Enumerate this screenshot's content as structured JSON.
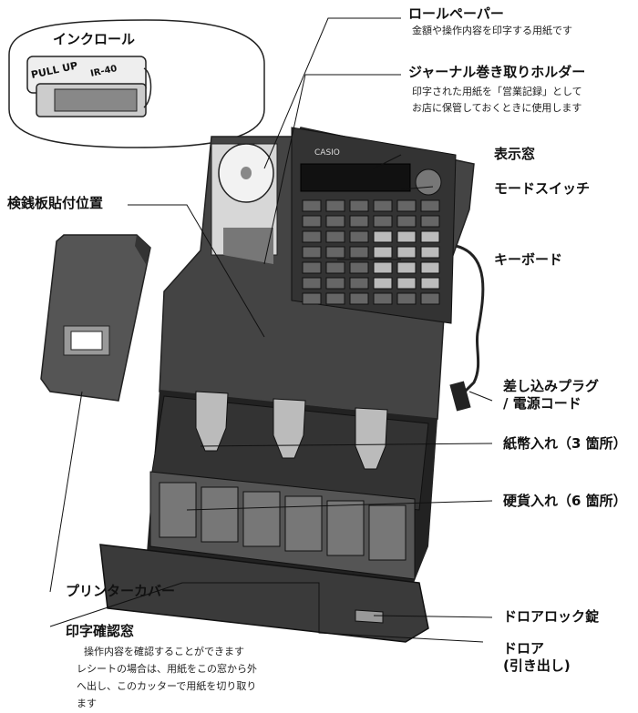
{
  "inset": {
    "title": "インクロール",
    "roll_text_1": "PULL UP",
    "roll_text_2": "IR-40"
  },
  "callouts": {
    "roll_paper": {
      "label": "ロールペーパー",
      "desc": "金額や操作内容を印字する用紙です"
    },
    "journal_holder": {
      "label": "ジャーナル巻き取りホルダー",
      "desc_1": "印字された用紙を「営業記録」として",
      "desc_2": "お店に保管しておくときに使用します"
    },
    "display": {
      "label": "表示窓"
    },
    "mode_switch": {
      "label": "モードスイッチ"
    },
    "keyboard": {
      "label": "キーボード"
    },
    "plate_position": {
      "label": "検銭板貼付位置"
    },
    "plug_1": {
      "label": "差し込みプラグ"
    },
    "plug_2": {
      "label": "/ 電源コード"
    },
    "bill_tray": {
      "label": "紙幣入れ（3 箇所）"
    },
    "coin_tray": {
      "label": "硬貨入れ（6 箇所）"
    },
    "printer_cover": {
      "label": "プリンターカバー"
    },
    "drawer_lock": {
      "label": "ドロアロック錠"
    },
    "drawer_1": {
      "label": "ドロア"
    },
    "drawer_2": {
      "label": "(引き出し)"
    },
    "print_check": {
      "label": "印字確認窓",
      "desc_1": "操作内容を確認することができます",
      "desc_2": "レシートの場合は、用紙をこの窓から外",
      "desc_3": "へ出し、このカッターで用紙を切り取り",
      "desc_4": "ます"
    }
  },
  "device": {
    "brand": "CASIO"
  }
}
